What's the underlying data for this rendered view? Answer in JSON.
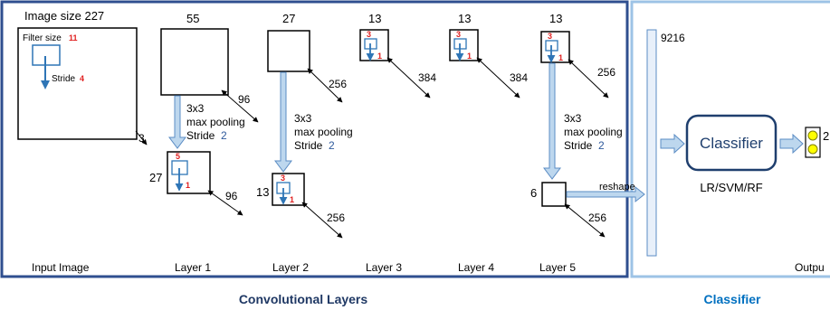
{
  "conv_section": {
    "title": "Convolutional Layers",
    "image_size_label": "Image size 227",
    "filter_size_label": "Filter size",
    "filter_size_value": "11",
    "stride_label": "Stride",
    "stride_value": "4",
    "input_depth": "3",
    "input_label": "Input Image",
    "layers": [
      {
        "label": "Layer 1",
        "top_size": "55",
        "top_depth": "96",
        "pool_text_1": "3x3",
        "pool_text_2": "max pooling",
        "pool_stride_label": "Stride",
        "pool_stride_value": "2",
        "bottom_size": "27",
        "bottom_depth": "96",
        "filter_value": "5",
        "stride_value": "1"
      },
      {
        "label": "Layer 2",
        "top_size": "27",
        "top_depth": "256",
        "pool_text_1": "3x3",
        "pool_text_2": "max pooling",
        "pool_stride_label": "Stride",
        "pool_stride_value": "2",
        "bottom_size": "13",
        "bottom_depth": "256",
        "filter_value": "3",
        "stride_value": "1"
      },
      {
        "label": "Layer 3",
        "top_size": "13",
        "top_depth": "384",
        "filter_value": "3",
        "stride_value": "1"
      },
      {
        "label": "Layer 4",
        "top_size": "13",
        "top_depth": "384",
        "filter_value": "3",
        "stride_value": "1"
      },
      {
        "label": "Layer 5",
        "top_size": "13",
        "top_depth": "256",
        "pool_text_1": "3x3",
        "pool_text_2": "max pooling",
        "pool_stride_label": "Stride",
        "pool_stride_value": "2",
        "bottom_size": "6",
        "bottom_depth": "256",
        "filter_value": "3",
        "stride_value": "1"
      }
    ],
    "reshape_label": "reshape"
  },
  "classifier_section": {
    "title": "Classifier",
    "vector_size": "9216",
    "classifier_label": "Classifier",
    "classifier_sub": "LR/SVM/RF",
    "output_count": "2",
    "output_label": "Outpu"
  },
  "colors": {
    "conv_border": "#2f4f8f",
    "classifier_border": "#9dc3e6",
    "arrow_fill": "#bdd7ee",
    "arrow_stroke": "#5b8cc4",
    "filter_blue": "#2e75b6",
    "red": "#e02020",
    "classifier_title": "#0070c0",
    "conv_title": "#1f3864",
    "output_yellow": "#ffff00"
  }
}
